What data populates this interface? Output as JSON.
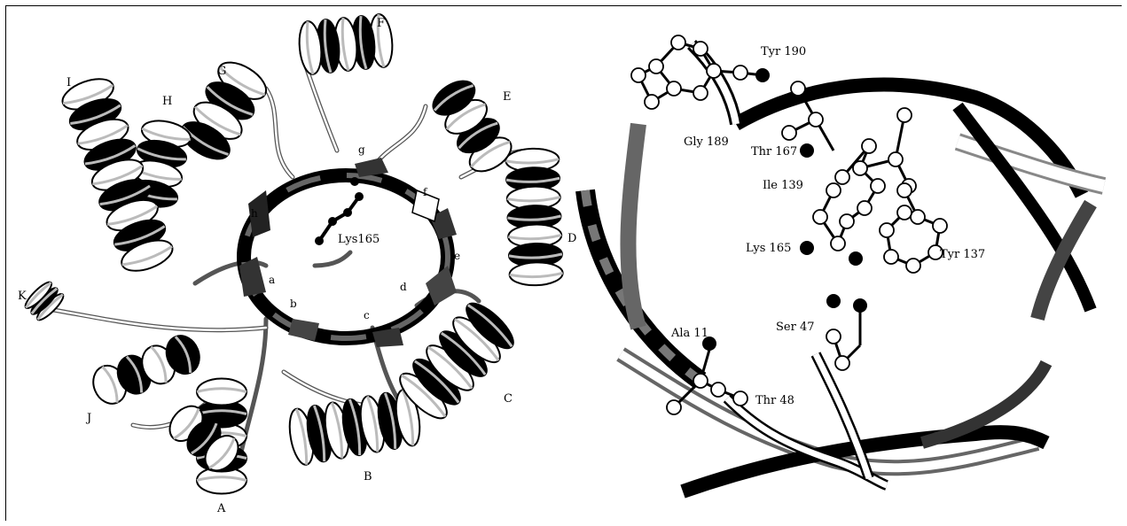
{
  "left_panel": {
    "helix_labels": [
      "A",
      "B",
      "C",
      "D",
      "E",
      "F",
      "G",
      "H",
      "I",
      "J",
      "K"
    ],
    "strand_labels": [
      "a",
      "b",
      "c",
      "d",
      "e",
      "f",
      "g",
      "h"
    ],
    "residue_label": "Lys165"
  },
  "right_panel": {
    "residue_labels": [
      "Tyr 190",
      "Gly 189",
      "Thr 167",
      "Ile 139",
      "Lys 165",
      "Tyr 137",
      "Ser 47",
      "Ala 11",
      "Thr 48"
    ]
  }
}
